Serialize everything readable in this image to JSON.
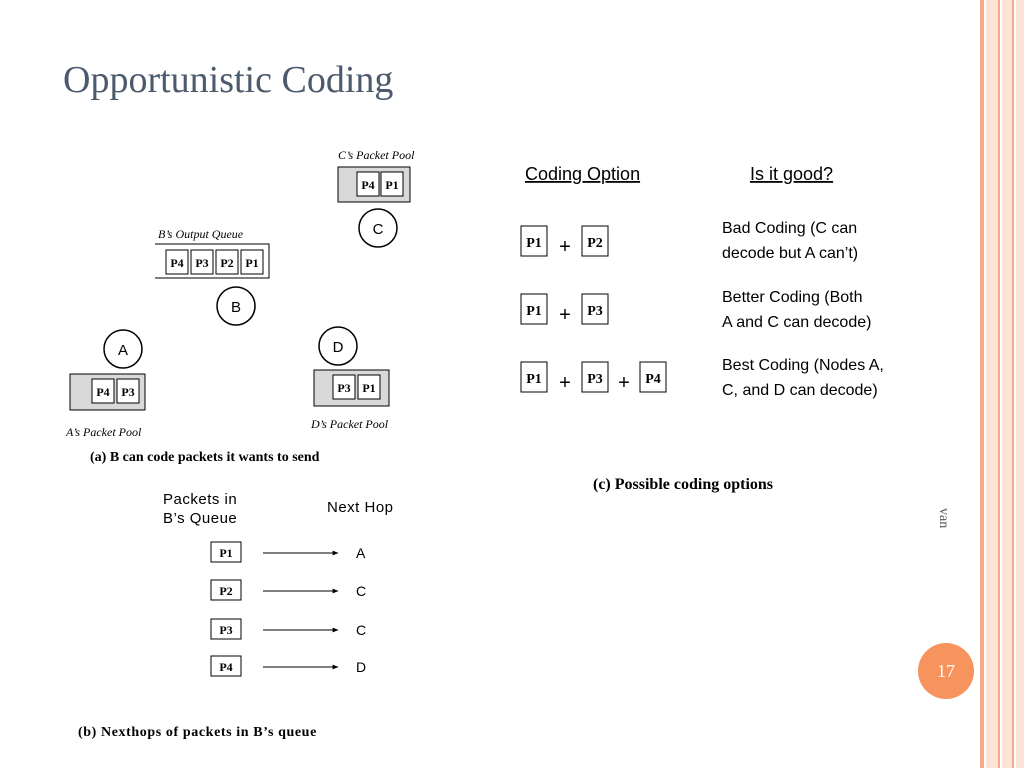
{
  "slide": {
    "title": "Opportunistic Coding",
    "page_number": "17",
    "side_note": "van",
    "colors": {
      "title": "#4b5a6d",
      "accent": "#f7935d",
      "stripe_light": "#fde3d6",
      "stripe_dark": "#f3a98a"
    }
  },
  "panel_a": {
    "c_pool_label": "C’s Packet Pool",
    "c_pool_packets": [
      "P4",
      "P1"
    ],
    "b_queue_label": "B’s Output Queue",
    "b_queue_packets": [
      "P4",
      "P3",
      "P2",
      "P1"
    ],
    "a_pool_label": "A’s Packet Pool",
    "a_pool_packets": [
      "P4",
      "P3"
    ],
    "d_pool_label": "D’s Packet Pool",
    "d_pool_packets": [
      "P3",
      "P1"
    ],
    "nodes": {
      "a": "A",
      "b": "B",
      "c": "C",
      "d": "D"
    },
    "caption": "(a) B can code packets it wants to send"
  },
  "panel_b": {
    "col1_line1": "Packets in",
    "col1_line2": "B’s Queue",
    "col2_header": "Next Hop",
    "rows": [
      {
        "packet": "P1",
        "hop": "A"
      },
      {
        "packet": "P2",
        "hop": "C"
      },
      {
        "packet": "P3",
        "hop": "C"
      },
      {
        "packet": "P4",
        "hop": "D"
      }
    ],
    "caption": "(b) Nexthops of packets in B’s queue"
  },
  "panel_c": {
    "header_option": "Coding Option",
    "header_good": "Is it good?",
    "rows": [
      {
        "packets": [
          "P1",
          "P2"
        ],
        "line1": "Bad Coding (C can",
        "line2": "decode but A can’t)"
      },
      {
        "packets": [
          "P1",
          "P3"
        ],
        "line1": "Better Coding (Both",
        "line2": "A and C can decode)"
      },
      {
        "packets": [
          "P1",
          "P3",
          "P4"
        ],
        "line1": "Best Coding (Nodes A,",
        "line2": "C, and D can decode)"
      }
    ],
    "plus": "+",
    "caption": "(c) Possible coding options"
  }
}
